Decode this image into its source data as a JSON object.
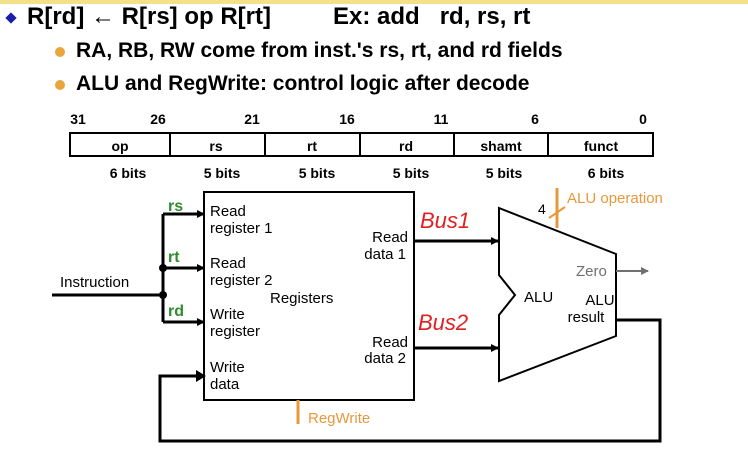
{
  "slide": {
    "title": "R[rd] ← R[rs] op R[rt]",
    "example": "Ex: add   rd, rs, rt",
    "bullets": [
      "RA, RB, RW come from inst.'s rs, rt, and rd fields",
      "ALU and RegWrite: control logic after decode"
    ]
  },
  "format": {
    "bit_positions": [
      "31",
      "26",
      "21",
      "16",
      "11",
      "6",
      "0"
    ],
    "fields": [
      {
        "name": "op",
        "bits": "6 bits"
      },
      {
        "name": "rs",
        "bits": "5 bits"
      },
      {
        "name": "rt",
        "bits": "5 bits"
      },
      {
        "name": "rd",
        "bits": "5 bits"
      },
      {
        "name": "shamt",
        "bits": "5 bits"
      },
      {
        "name": "funct",
        "bits": "6 bits"
      }
    ]
  },
  "registers": {
    "title": "Registers",
    "read_reg_1": [
      "Read",
      "register 1"
    ],
    "read_reg_2": [
      "Read",
      "register 2"
    ],
    "write_reg": [
      "Write",
      "register"
    ],
    "write_data": [
      "Write",
      "data"
    ],
    "read_data_1": [
      "Read",
      "data 1"
    ],
    "read_data_2": [
      "Read",
      "data 2"
    ]
  },
  "instruction_label": "Instruction",
  "tap_labels": {
    "rs": "rs",
    "rt": "rt",
    "rd": "rd"
  },
  "alu": {
    "label": "ALU",
    "zero": "Zero",
    "result": [
      "ALU",
      "result"
    ],
    "operation": "ALU operation",
    "operation_width": "4"
  },
  "reg_write": "RegWrite",
  "handwritten": {
    "bus1": "Bus1",
    "bus2": "Bus2"
  },
  "colors": {
    "bullet_diamond": "#1b1fa8",
    "bullet_dot": "#e8a63c",
    "control_orange": "#e8983c",
    "field_green": "#2e8b2e",
    "handwriting_red": "#e02020",
    "zero_gray": "#707070"
  }
}
